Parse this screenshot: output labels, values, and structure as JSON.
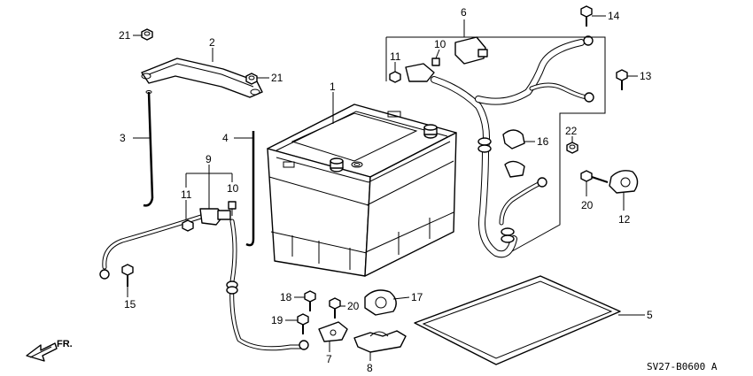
{
  "diagram": {
    "code": "SV27-B0600 A",
    "direction": "FR.",
    "parts": [
      {
        "num": "1"
      },
      {
        "num": "2"
      },
      {
        "num": "3"
      },
      {
        "num": "4"
      },
      {
        "num": "5"
      },
      {
        "num": "6"
      },
      {
        "num": "7"
      },
      {
        "num": "8"
      },
      {
        "num": "9"
      },
      {
        "num": "10"
      },
      {
        "num": "10"
      },
      {
        "num": "11"
      },
      {
        "num": "11"
      },
      {
        "num": "12"
      },
      {
        "num": "13"
      },
      {
        "num": "14"
      },
      {
        "num": "15"
      },
      {
        "num": "16"
      },
      {
        "num": "17"
      },
      {
        "num": "18"
      },
      {
        "num": "19"
      },
      {
        "num": "20"
      },
      {
        "num": "20"
      },
      {
        "num": "21"
      },
      {
        "num": "21"
      },
      {
        "num": "22"
      }
    ]
  }
}
